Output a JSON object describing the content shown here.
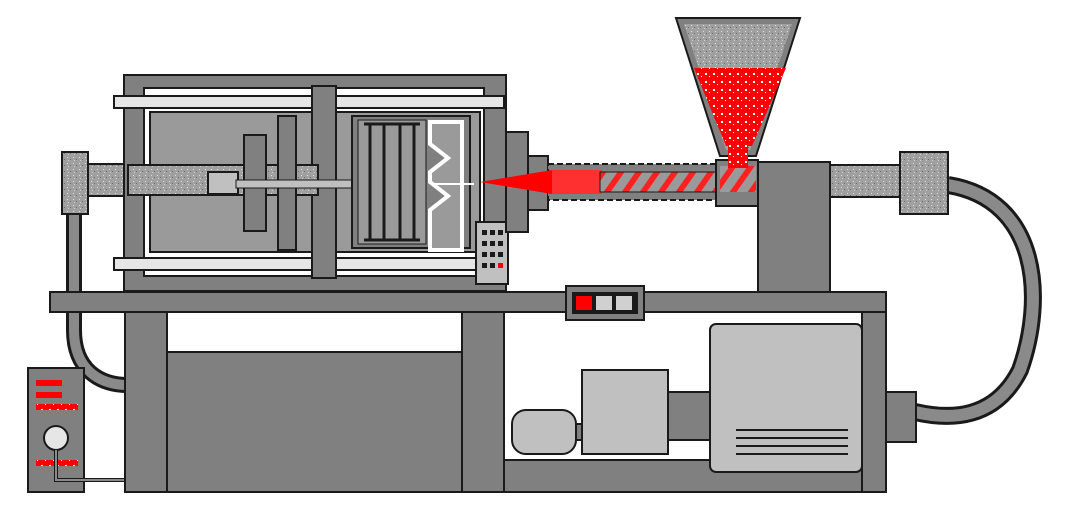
{
  "colors": {
    "body": "#808080",
    "body_dark": "#5a5a5a",
    "outline": "#1a1a1a",
    "light": "#c0c0c0",
    "panel": "#bdbdbd",
    "rail": "#e6e6e6",
    "plastic": "#ff0000",
    "background": "#ffffff"
  },
  "icons": {
    "hopper": "hopper-icon",
    "mold": "mold-icon",
    "screw": "screw-icon",
    "motor": "motor-icon",
    "control_box": "control-box-icon",
    "keypad": "keypad-icon",
    "display": "display-icon",
    "hose": "hose-icon"
  },
  "keypad": {
    "rows": 4,
    "cols": 3,
    "lit_key": [
      3,
      2
    ]
  },
  "display": {
    "segments": 3,
    "lit_segment": 0
  }
}
